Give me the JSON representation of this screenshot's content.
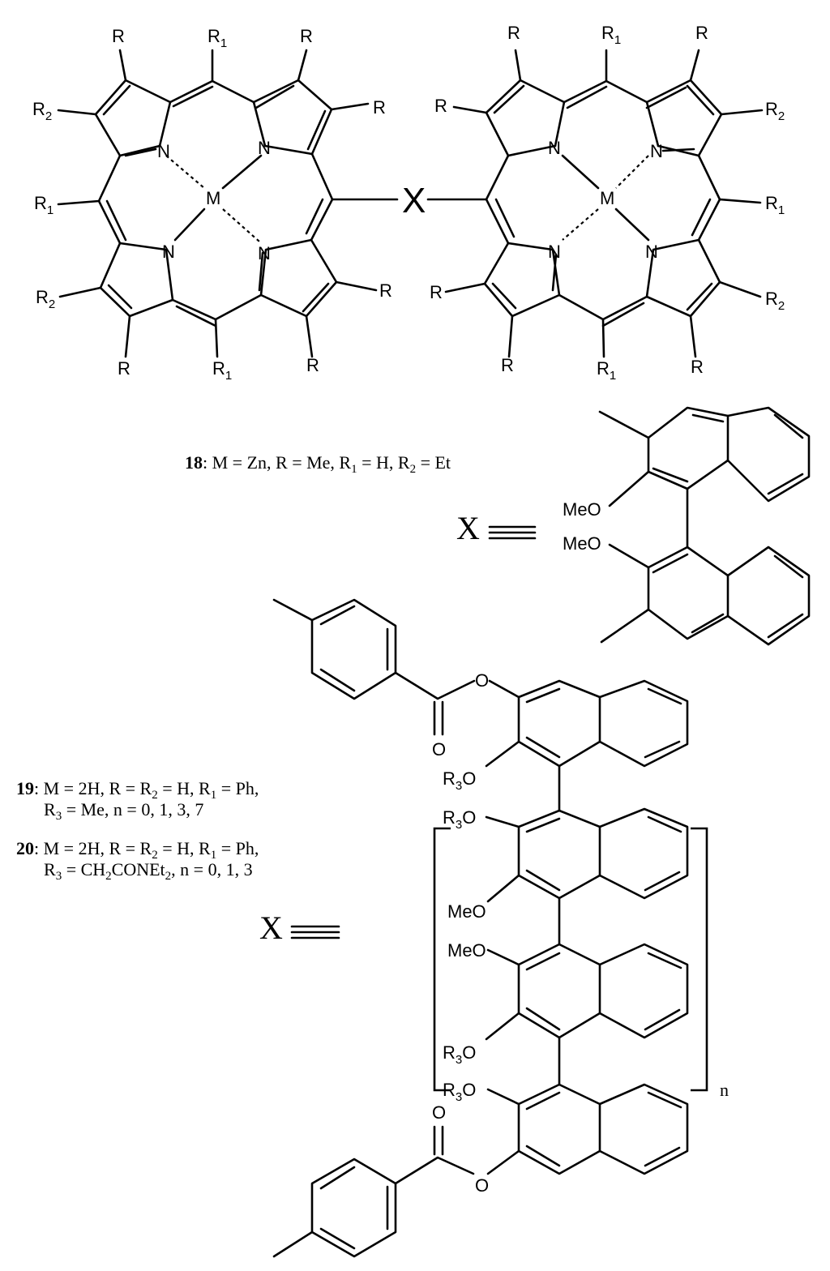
{
  "substituent_labels": {
    "R": "R",
    "R1": "R",
    "R2": "R",
    "R3": "R",
    "sub1": "1",
    "sub2": "2",
    "sub3": "3",
    "N": "N",
    "M": "M",
    "X": "X",
    "MeO": "MeO",
    "O": "O",
    "n": "n"
  },
  "captions": {
    "c18": {
      "num": "18",
      "text": ": M = Zn, R = Me, R",
      "s1": "1",
      "t2": " = H, R",
      "s2": "2",
      "t3": " = Et"
    },
    "c19": {
      "num": "19",
      "l1a": ": M = 2H, R = R",
      "l1s": "2",
      "l1b": " = H, R",
      "l1s2": "1",
      "l1c": " = Ph,",
      "l2a": "R",
      "l2s": "3",
      "l2b": " = Me, n = 0, 1, 3, 7"
    },
    "c20": {
      "num": "20",
      "l1a": ": M = 2H, R = R",
      "l1s": "2",
      "l1b": " = H, R",
      "l1s2": "1",
      "l1c": " = Ph,",
      "l2a": "R",
      "l2s": "3",
      "l2b": " = CH",
      "l2s2": "2",
      "l2c": "CONEt",
      "l2s3": "2",
      "l2d": ", n = 0, 1, 3"
    }
  }
}
